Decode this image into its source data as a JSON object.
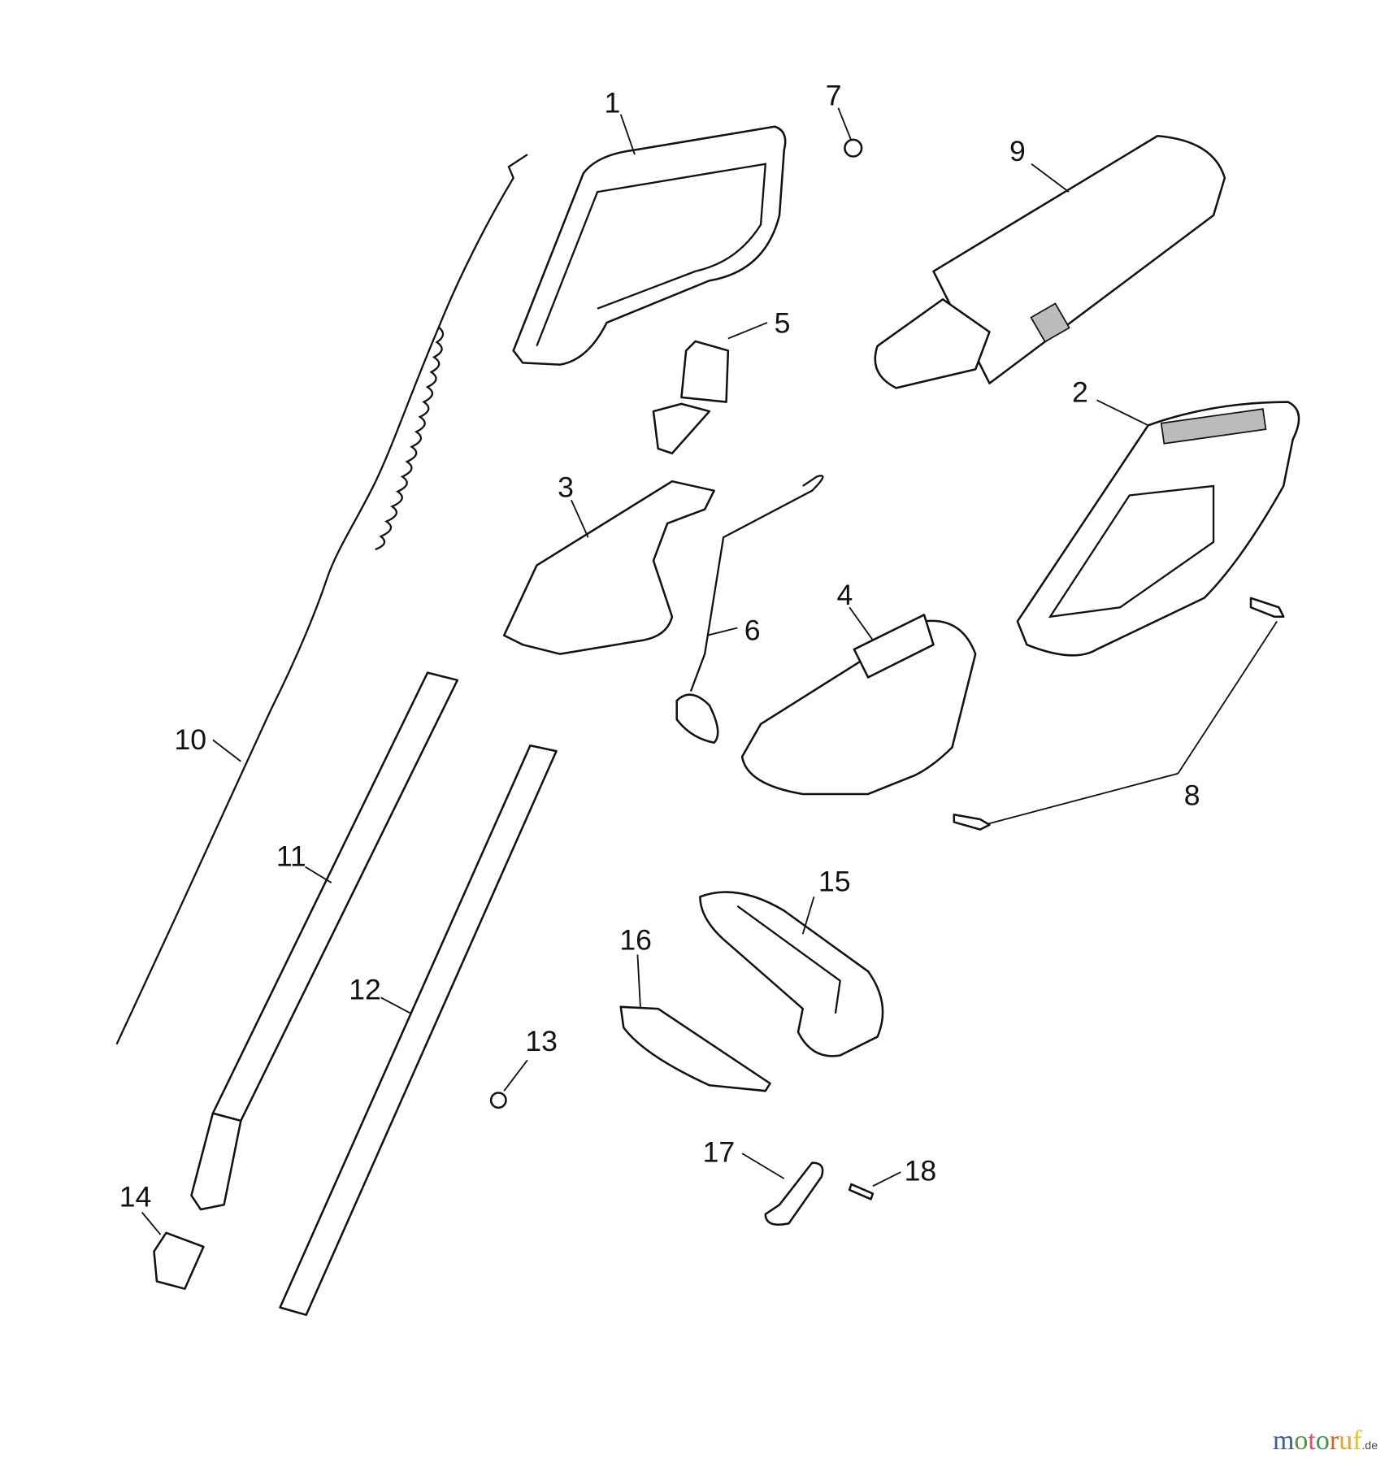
{
  "diagram": {
    "type": "exploded parts diagram",
    "part_labels": [
      "1",
      "2",
      "3",
      "4",
      "5",
      "6",
      "7",
      "8",
      "9",
      "10",
      "11",
      "12",
      "13",
      "14",
      "15",
      "16",
      "17",
      "18"
    ]
  },
  "watermark": {
    "text": "motoruf",
    "suffix": ".de",
    "colors": [
      "#3b5ba9",
      "#4a9a3b",
      "#e0457b",
      "#2f9a48",
      "#e2592a",
      "#f0a020",
      "#e8c020"
    ]
  }
}
